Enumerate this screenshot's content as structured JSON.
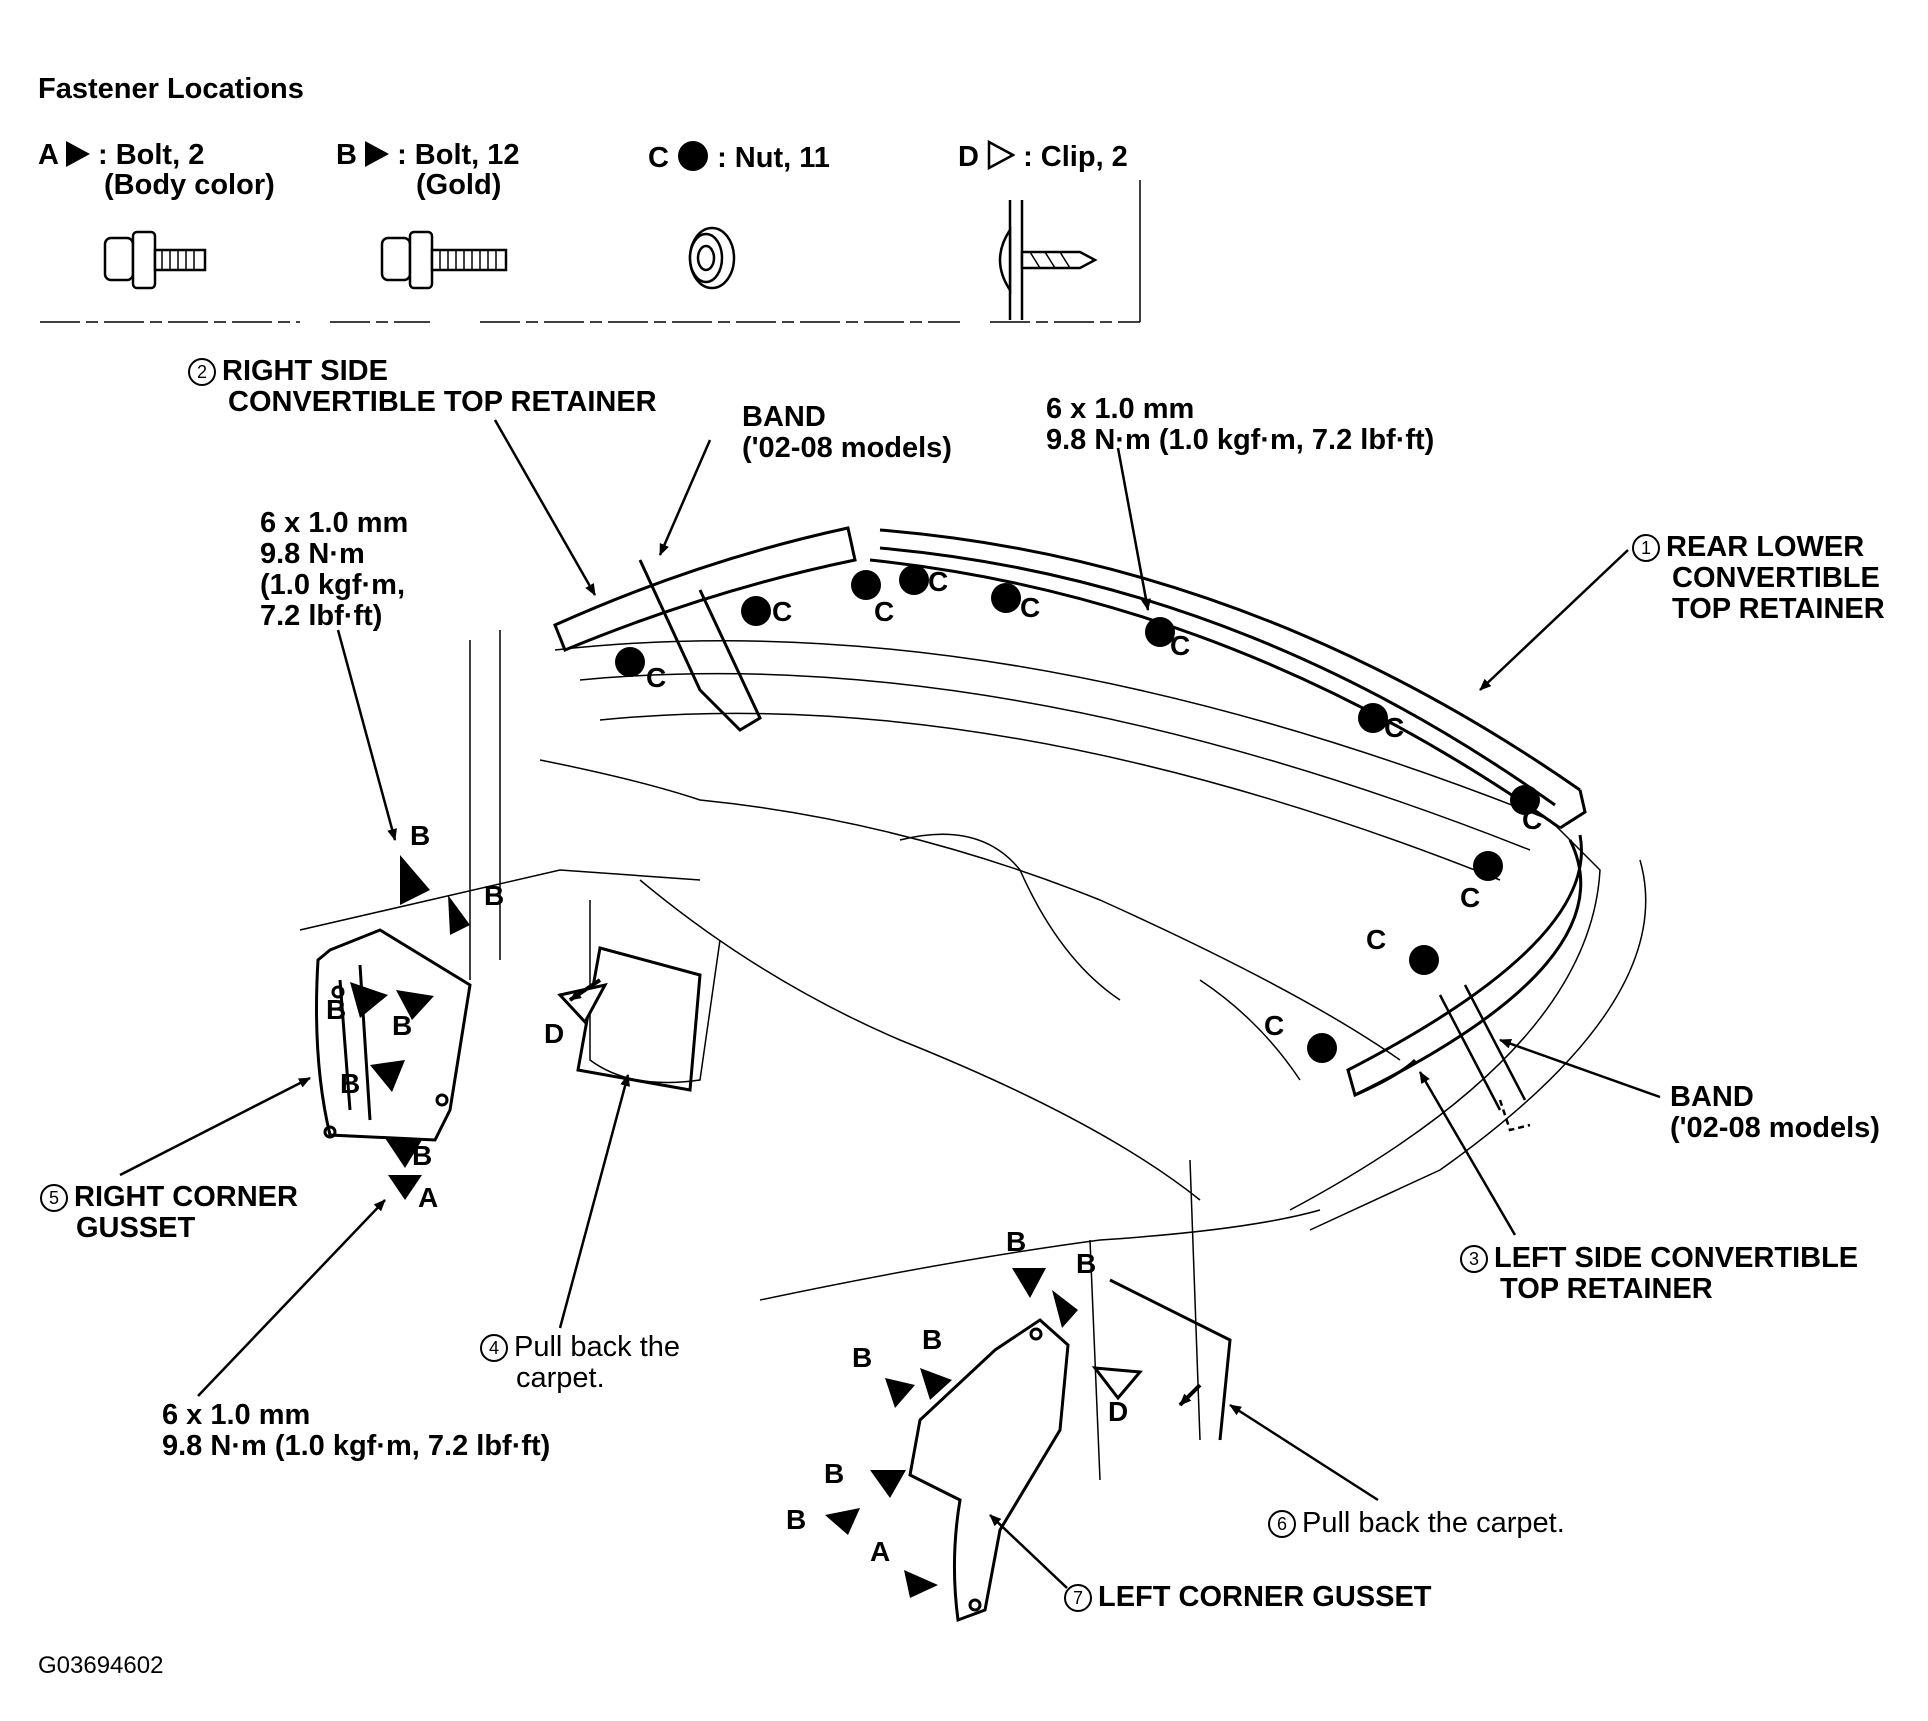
{
  "legend": {
    "title": "Fastener Locations",
    "items": [
      {
        "letter": "A",
        "text": ": Bolt, 2",
        "sub": "(Body color)",
        "symbol": "filled-triangle-icon"
      },
      {
        "letter": "B",
        "text": ": Bolt, 12",
        "sub": "(Gold)",
        "symbol": "filled-triangle-icon"
      },
      {
        "letter": "C",
        "text": ": Nut, 11",
        "sub": "",
        "symbol": "filled-circle-icon"
      },
      {
        "letter": "D",
        "text": ": Clip, 2",
        "sub": "",
        "symbol": "open-triangle-icon"
      }
    ]
  },
  "parts": {
    "p1": {
      "num": "1",
      "line1": "REAR LOWER",
      "line2": "CONVERTIBLE",
      "line3": "TOP RETAINER"
    },
    "p2": {
      "num": "2",
      "line1": "RIGHT SIDE",
      "line2": "CONVERTIBLE TOP RETAINER"
    },
    "p3": {
      "num": "3",
      "line1": "LEFT SIDE CONVERTIBLE",
      "line2": "TOP RETAINER"
    },
    "p4": {
      "num": "4",
      "line1": "Pull back the",
      "line2": "carpet."
    },
    "p5": {
      "num": "5",
      "line1": "RIGHT CORNER",
      "line2": "GUSSET"
    },
    "p6": {
      "num": "6",
      "line1": "Pull back the carpet."
    },
    "p7": {
      "num": "7",
      "line1": "LEFT CORNER GUSSET"
    }
  },
  "bands": {
    "top": {
      "line1": "BAND",
      "line2": "('02-08 models)"
    },
    "right": {
      "line1": "BAND",
      "line2": "('02-08 models)"
    }
  },
  "specs": {
    "top": {
      "line1": "6 x 1.0 mm",
      "line2": "9.8 N·m (1.0 kgf·m, 7.2 lbf·ft)"
    },
    "left": {
      "line1": "6 x 1.0 mm",
      "line2": "9.8 N·m",
      "line3": "(1.0 kgf·m,",
      "line4": "7.2 lbf·ft)"
    },
    "bottom": {
      "line1": "6 x 1.0 mm",
      "line2": "9.8 N·m (1.0 kgf·m, 7.2 lbf·ft)"
    }
  },
  "fastener_letters": {
    "a": "A",
    "b": "B",
    "c": "C",
    "d": "D"
  },
  "reference_code": "G03694602"
}
